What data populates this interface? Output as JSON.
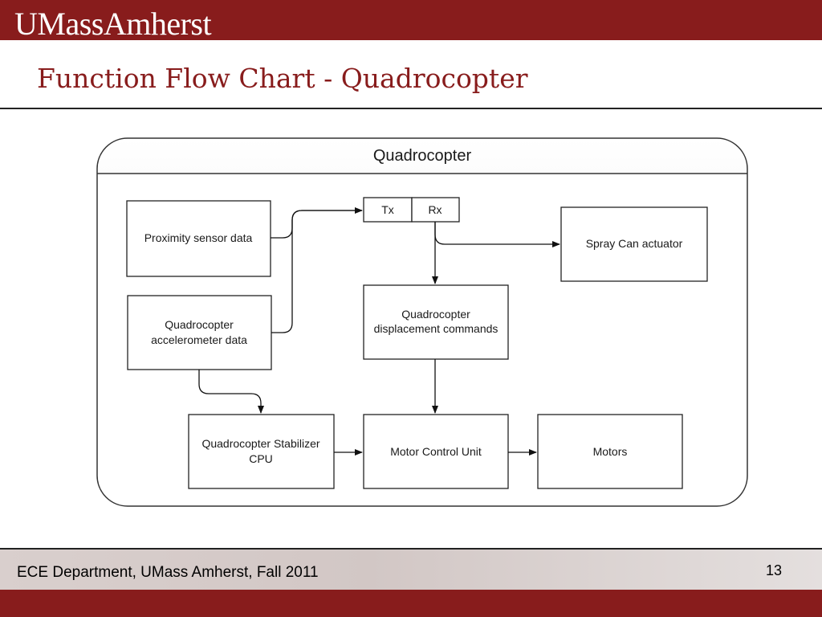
{
  "header": {
    "logo_text": "UMassAmherst",
    "title": "Function Flow Chart - Quadrocopter"
  },
  "diagram": {
    "container_title": "Quadrocopter",
    "nodes": {
      "proximity": "Proximity sensor data",
      "accel_line1": "Quadrocopter",
      "accel_line2": "accelerometer data",
      "tx": "Tx",
      "rx": "Rx",
      "spray": "Spray Can actuator",
      "displacement_line1": "Quadrocopter",
      "displacement_line2": "displacement commands",
      "stabilizer_line1": "Quadrocopter Stabilizer",
      "stabilizer_line2": "CPU",
      "motor_control": "Motor Control Unit",
      "motors": "Motors"
    }
  },
  "footer": {
    "text": "ECE Department, UMass Amherst, Fall 2011",
    "page_number": "13"
  },
  "colors": {
    "brand": "#881c1c"
  }
}
